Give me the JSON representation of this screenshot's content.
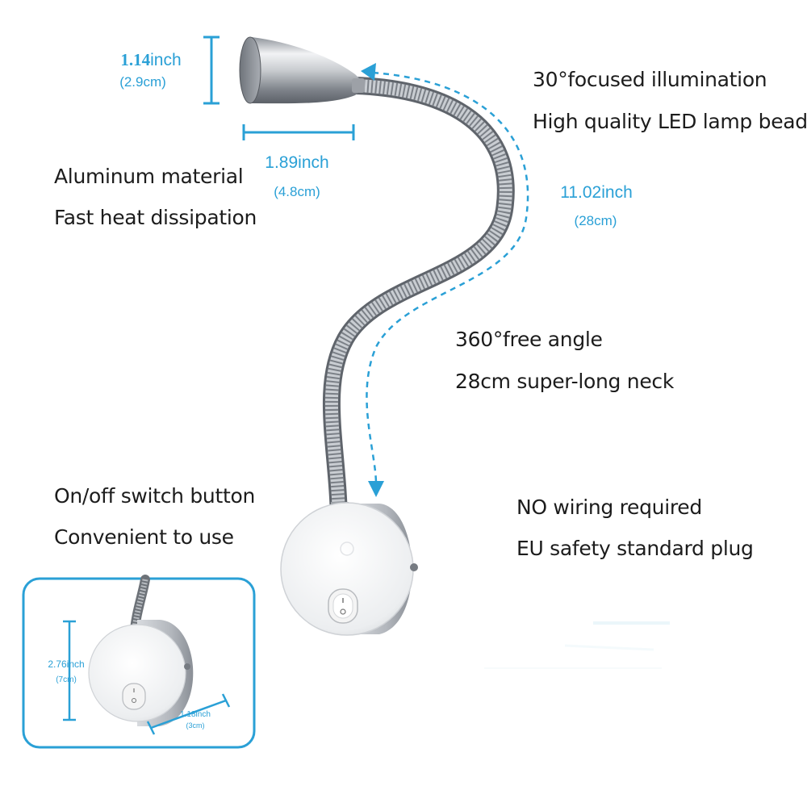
{
  "features": {
    "illumination": "30°focused illumination",
    "led": "High quality LED lamp bead",
    "material": "Aluminum material",
    "heat": "Fast heat dissipation",
    "angle": "360°free angle",
    "neck": "28cm super-long neck",
    "switch": "On/off switch button",
    "convenient": "Convenient to use",
    "wiring": "NO wiring required",
    "plug": "EU safety standard plug"
  },
  "dimensions": {
    "head_height_in": "1.14",
    "head_height_unit": "inch",
    "head_height_cm": "(2.9cm)",
    "head_width_in": "1.89inch",
    "head_width_cm": "(4.8cm)",
    "neck_length_in": "11.02inch",
    "neck_length_cm": "(28cm)",
    "base_height_in": "2.76inch",
    "base_height_cm": "(7cm)",
    "base_depth_in": "1.18inch",
    "base_depth_cm": "(3cm)"
  },
  "colors": {
    "accent": "#2aa0d6",
    "text": "#1c1c1c",
    "metal": "#b8bcc2"
  },
  "icons": [
    "lamp-head-icon",
    "gooseneck-icon",
    "wall-base-icon",
    "rocker-switch-icon",
    "dimension-arrow-icon"
  ]
}
